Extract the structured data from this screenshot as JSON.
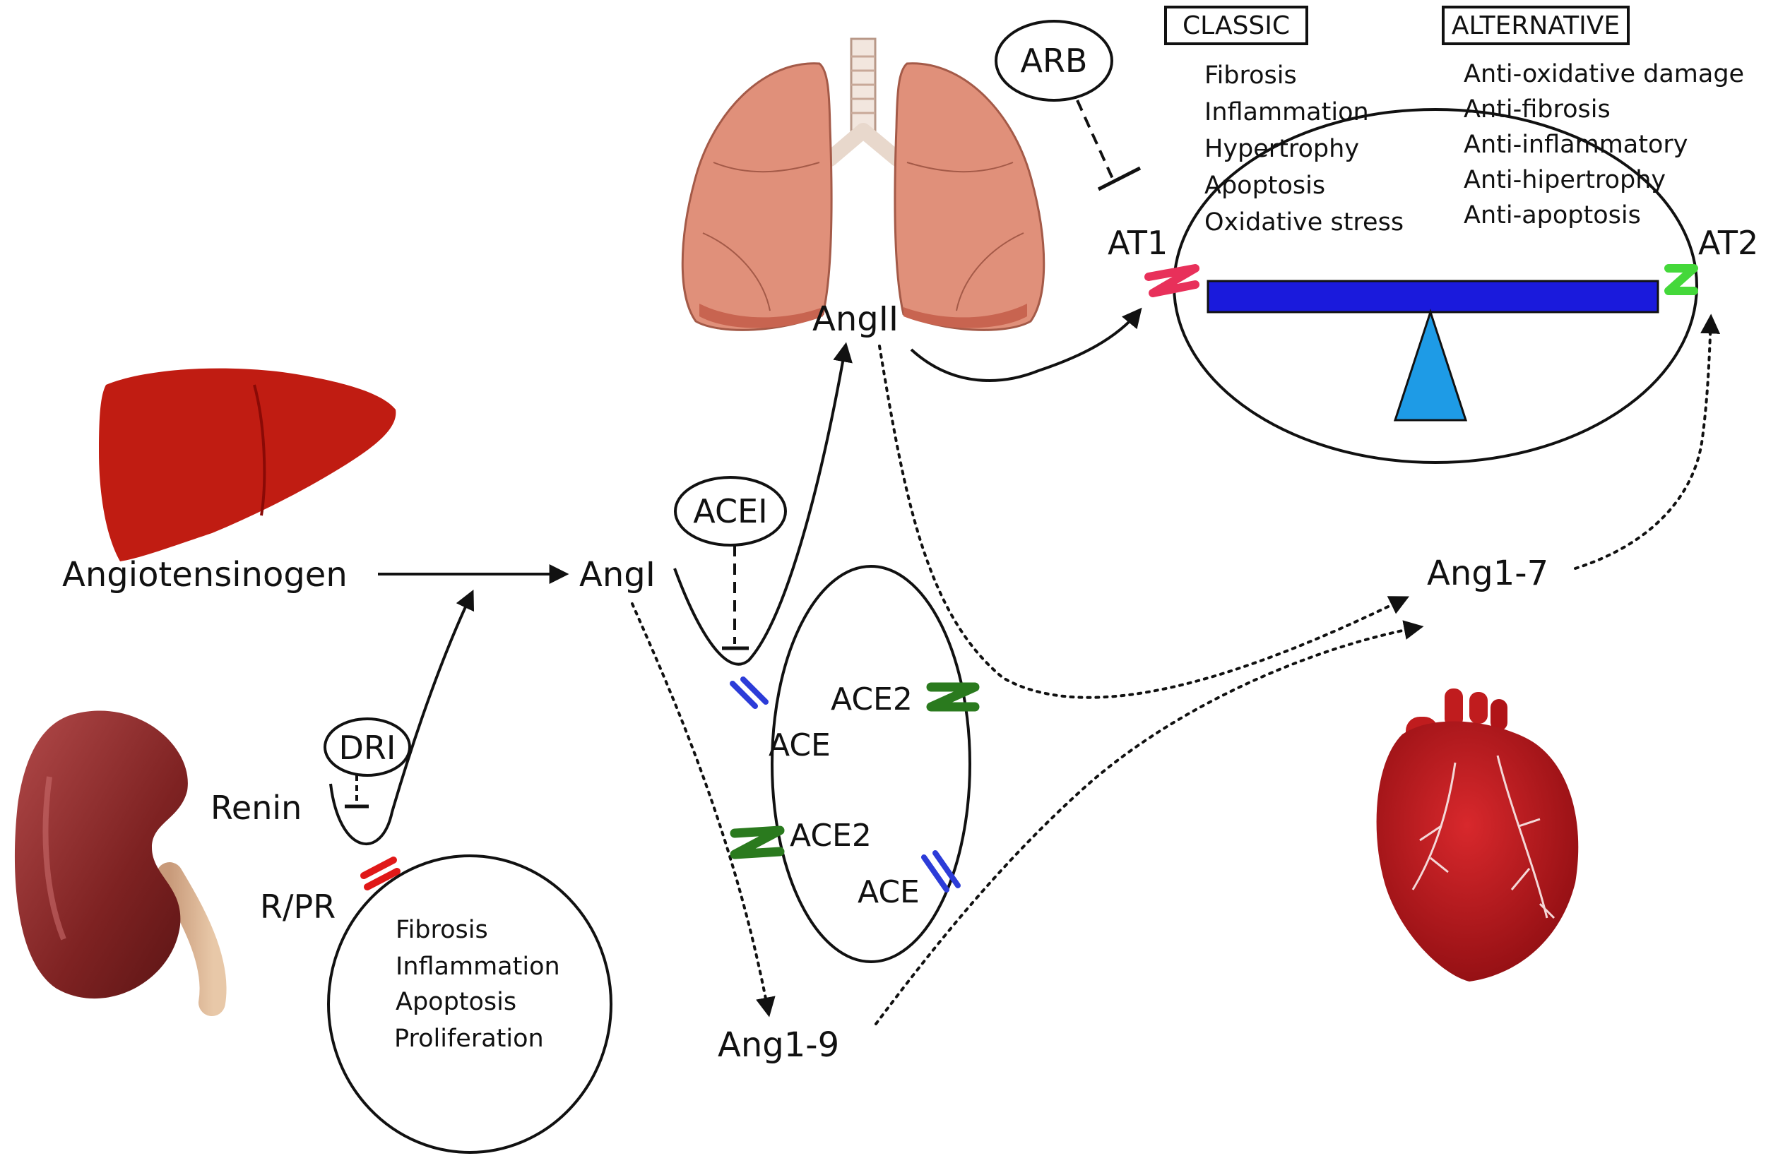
{
  "organs": {
    "liver": "liver-icon",
    "lungs": "lungs-icon",
    "kidney": "kidney-icon",
    "heart": "heart-icon"
  },
  "molecules": {
    "angiotensinogen": "Angiotensinogen",
    "ang_i": "AngI",
    "ang_ii": "AngII",
    "ang_1_7": "Ang1-7",
    "ang_1_9": "Ang1-9",
    "renin": "Renin"
  },
  "inhibitors": {
    "dri": "DRI",
    "acei": "ACEI",
    "arb": "ARB"
  },
  "enzymes": {
    "ace_top": "ACE",
    "ace2_top": "ACE2",
    "ace2_bottom": "ACE2",
    "ace_bottom": "ACE"
  },
  "receptors": {
    "at1": "AT1",
    "at2": "AT2",
    "r_pr": "R/PR"
  },
  "pathways": {
    "classic_title": "CLASSIC",
    "alternative_title": "ALTERNATIVE",
    "classic_effects": [
      "Fibrosis",
      "Inflammation",
      "Hypertrophy",
      "Apoptosis",
      "Oxidative stress"
    ],
    "alternative_effects": [
      "Anti-oxidative damage",
      "Anti-fibrosis",
      "Anti-inflammatory",
      "Anti-hipertrophy",
      "Anti-apoptosis"
    ]
  },
  "renin_receptor_effects": [
    "Fibrosis",
    "Inflammation",
    "Apoptosis",
    "Proliferation"
  ],
  "colors": {
    "liver": "#c01c12",
    "lung": "#e0907a",
    "kidney": "#8a2a2a",
    "heart": "#b8141a",
    "seesaw_beam": "#1a1adc",
    "seesaw_fulcrum": "#1e9be6",
    "at1_receptor": "#e8305a",
    "at2_receptor": "#44d83a",
    "ace_marker": "#2c3cd8",
    "ace2_marker": "#2a7a1e",
    "r_pr_marker": "#e01818"
  }
}
